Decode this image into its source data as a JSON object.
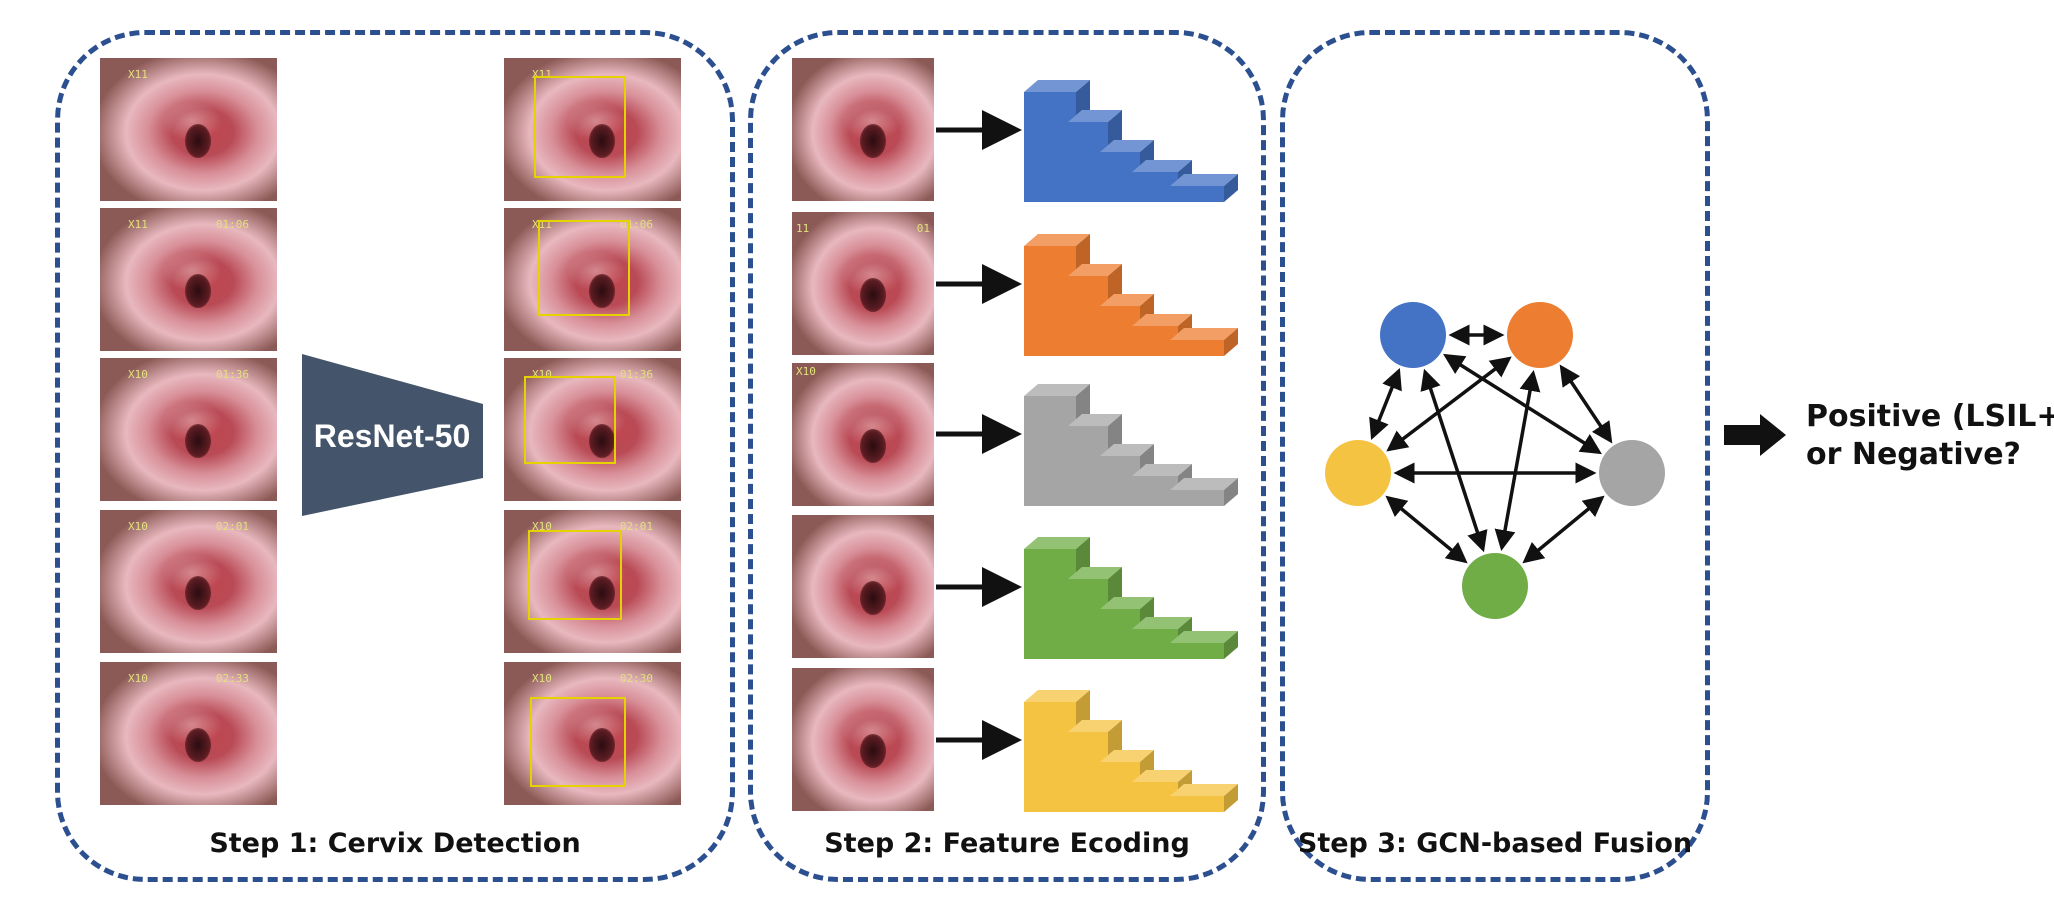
{
  "steps": [
    {
      "label": "Step 1: Cervix Detection"
    },
    {
      "label": "Step 2: Feature Ecoding"
    },
    {
      "label": "Step 3: GCN-based Fusion"
    }
  ],
  "model": {
    "label": "ResNet-50"
  },
  "output": {
    "line1": "Positive (LSIL+)",
    "line2": "or Negative?"
  },
  "raw_frames": [
    {
      "mag": "X11",
      "time": ""
    },
    {
      "mag": "X11",
      "time": "01:06"
    },
    {
      "mag": "X10",
      "time": "01:36"
    },
    {
      "mag": "X10",
      "time": "02:01"
    },
    {
      "mag": "X10",
      "time": "02:33"
    }
  ],
  "detected_frames": [
    {
      "mag": "X11",
      "time": ""
    },
    {
      "mag": "X11",
      "time": "01:06"
    },
    {
      "mag": "X10",
      "time": "01:36"
    },
    {
      "mag": "X10",
      "time": "02:01"
    },
    {
      "mag": "X10",
      "time": "02:30"
    }
  ],
  "cropped_frames": [
    {
      "mag": "",
      "time": ""
    },
    {
      "mag": "11",
      "time": "01"
    },
    {
      "mag": "X10",
      "time": ""
    },
    {
      "mag": "",
      "time": ""
    },
    {
      "mag": "",
      "time": ""
    }
  ],
  "feature_colors": [
    "#4472c4",
    "#ed7d31",
    "#a5a5a5",
    "#70ad47",
    "#f5c342"
  ],
  "graph": {
    "nodes": [
      {
        "id": "blue",
        "color": "#4472c4"
      },
      {
        "id": "orange",
        "color": "#ed7d31"
      },
      {
        "id": "gray",
        "color": "#a5a5a5"
      },
      {
        "id": "green",
        "color": "#70ad47"
      },
      {
        "id": "yellow",
        "color": "#f5c342"
      }
    ],
    "edges": [
      [
        "blue",
        "orange"
      ],
      [
        "orange",
        "gray"
      ],
      [
        "gray",
        "green"
      ],
      [
        "green",
        "yellow"
      ],
      [
        "yellow",
        "blue"
      ],
      [
        "blue",
        "gray"
      ],
      [
        "blue",
        "green"
      ],
      [
        "orange",
        "green"
      ],
      [
        "orange",
        "yellow"
      ],
      [
        "yellow",
        "gray"
      ]
    ]
  }
}
